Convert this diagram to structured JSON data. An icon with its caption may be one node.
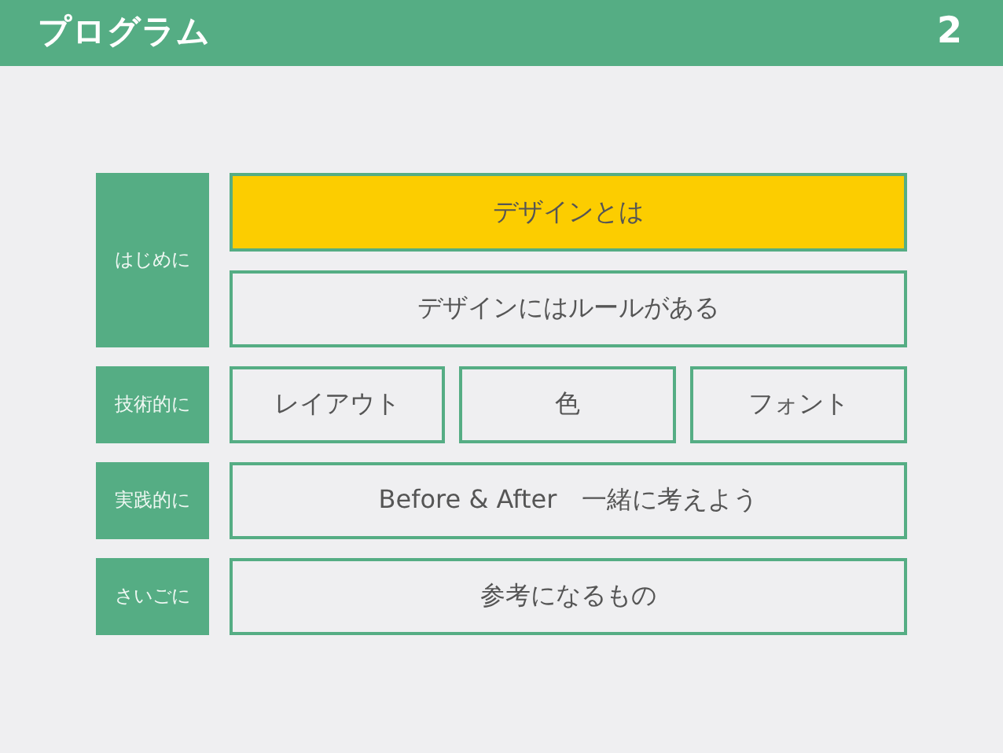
{
  "diagram": {
    "title": "プログラム",
    "nodes": [
      {
        "text": [
          "はじめに"
        ]
      },
      {
        "text": [
          "デザインとは"
        ]
      },
      {
        "text": [
          "デザインにはルールがある"
        ]
      },
      {
        "text": [
          "技術的に"
        ]
      },
      {
        "text": [
          "レイアウト"
        ]
      },
      {
        "text": [
          "色"
        ]
      },
      {
        "text": [
          "フォント"
        ]
      },
      {
        "text": [
          "実践的に"
        ]
      },
      {
        "text": [
          "Before & After　一緒に考えよう"
        ]
      },
      {
        "text": [
          "さいごに"
        ]
      },
      {
        "text": [
          "参考になるもの"
        ]
      }
    ],
    "labels": [
      "2"
    ]
  }
}
